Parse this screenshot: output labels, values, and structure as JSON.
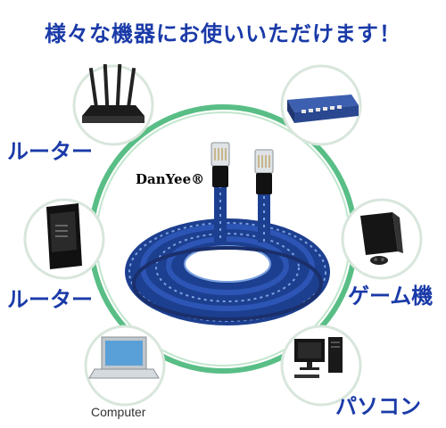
{
  "headline": "様々な機器にお使いいただけます！",
  "brand": "DanYee®",
  "labels": {
    "router_top": "ルーター",
    "router_mid": "ルーター",
    "game": "ゲーム機",
    "pc": "パソコン",
    "computer": "Computer"
  },
  "colors": {
    "headline": "#1a3aa8",
    "label": "#1a3aa8",
    "ring": "#3cb371",
    "cable": "#1d3f8f",
    "node_border": "#d8e6dc"
  },
  "icons": {
    "router_top": "wifi-router-icon",
    "router_mid": "home-gateway-icon",
    "switch": "network-switch-icon",
    "game": "game-console-icon",
    "laptop": "laptop-icon",
    "desktop": "desktop-pc-icon"
  }
}
